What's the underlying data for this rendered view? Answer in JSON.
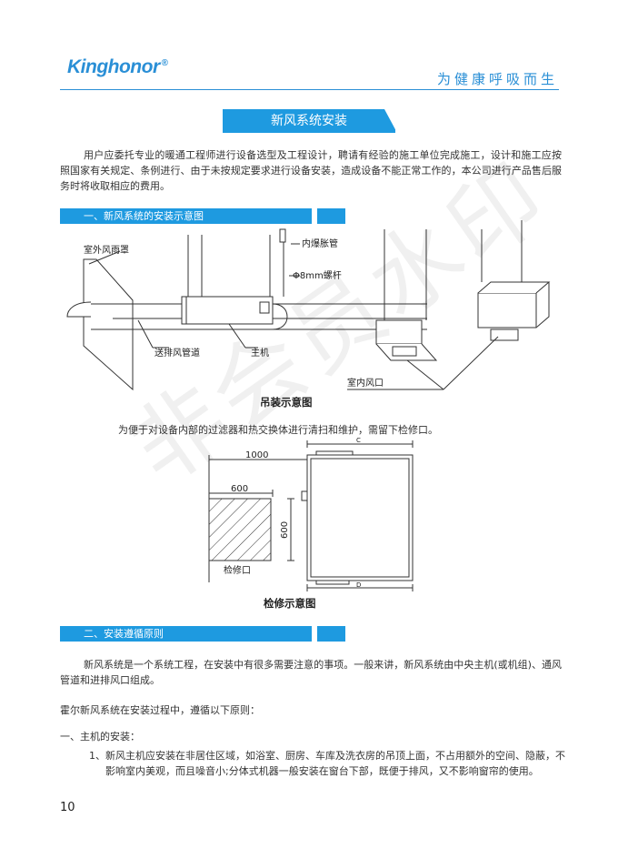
{
  "header": {
    "logo_text": "Kinghonor",
    "logo_mark": "®",
    "slogan": "为健康呼吸而生"
  },
  "title": "新风系统安装",
  "intro": "用户应委托专业的暖通工程师进行设备选型及工程设计，聘请有经验的施工单位完成施工，设计和施工应按照国家有关规定、条例进行、由于未按规定要求进行设备安装，造成设备不能正常工作的，本公司进行产品售后服务时将收取相应的费用。",
  "section1": {
    "title": "一、新风系统的安装示意图"
  },
  "hanging_diagram": {
    "labels": {
      "outdoor_hood": "室外风雨罩",
      "expansion_bolt": "内爆胀管",
      "screw_rod": "Φ8mm螺杆",
      "duct": "送排风管道",
      "main_unit": "主机",
      "indoor_vent": "室内风口"
    },
    "caption": "吊装示意图"
  },
  "maintenance_note": "为便于对设备内部的过滤器和热交换体进行清扫和维护，需留下检修口。",
  "maintenance_diagram": {
    "dim_1000": "1000",
    "dim_600_w": "600",
    "dim_600_h": "600",
    "opening_label": "检修口",
    "dim_c": "C",
    "dim_d": "D",
    "caption": "检修示意图"
  },
  "section2": {
    "title": "二、安装遵循原则"
  },
  "body": {
    "p1": "新风系统是一个系统工程，在安装中有很多需要注意的事项。一般来讲，新风系统由中央主机(或机组)、通风管道和进排风口组成。",
    "p2": "霍尔新风系统在安装过程中，遵循以下原则：",
    "p3": "一、主机的安装：",
    "p4": "1、新风主机应安装在非居住区域，如浴室、厨房、车库及洗衣房的吊顶上面，不占用额外的空间、隐蔽，不影响室内美观，而且噪音小;分体式机器一般安装在窗台下部，既便于排风，又不影响窗帘的使用。"
  },
  "watermark": "非会员水印",
  "page_number": "10",
  "colors": {
    "accent": "#1e9ae0",
    "text": "#333333"
  }
}
